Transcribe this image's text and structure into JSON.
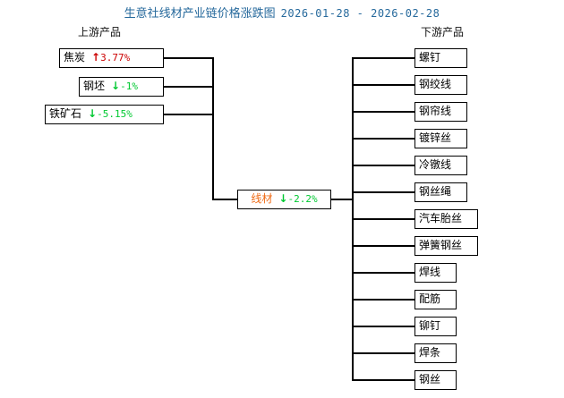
{
  "title": {
    "text": "生意社线材产业链价格涨跌图",
    "date_range": "2026-01-28 - 2026-02-28",
    "color": "#26699c"
  },
  "headers": {
    "upstream": "上游产品",
    "downstream": "下游产品"
  },
  "colors": {
    "up": "#cc0000",
    "down": "#00c931",
    "center_name": "#ef6c17",
    "box_border": "#000000",
    "title": "#26699c"
  },
  "icons": {
    "arrow_up": "↑",
    "arrow_down": "↓"
  },
  "upstream": [
    {
      "name": "焦炭",
      "arrow": "↑",
      "pct": "3.77%",
      "direction": "up",
      "value": 3.77
    },
    {
      "name": "钢坯",
      "arrow": "↓",
      "pct": "-1%",
      "direction": "down",
      "value": -1
    },
    {
      "name": "铁矿石",
      "arrow": "↓",
      "pct": "-5.15%",
      "direction": "down",
      "value": -5.15
    }
  ],
  "center": {
    "name": "线材",
    "arrow": "↓",
    "pct": "-2.2%",
    "direction": "down",
    "value": -2.2
  },
  "downstream": [
    {
      "name": "螺钉"
    },
    {
      "name": "钢绞线"
    },
    {
      "name": "钢帘线"
    },
    {
      "name": "镀锌丝"
    },
    {
      "name": "冷镦线"
    },
    {
      "name": "钢丝绳"
    },
    {
      "name": "汽车胎丝"
    },
    {
      "name": "弹簧钢丝"
    },
    {
      "name": "焊线"
    },
    {
      "name": "配筋"
    },
    {
      "name": "铆钉"
    },
    {
      "name": "焊条"
    },
    {
      "name": "钢丝"
    }
  ],
  "chart_data": {
    "type": "diagram",
    "title": "生意社线材产业链价格涨跌图",
    "subtitle": "2026-01-28 - 2026-02-28",
    "center": {
      "label": "线材",
      "change_pct": -2.2
    },
    "upstream": [
      {
        "label": "焦炭",
        "change_pct": 3.77
      },
      {
        "label": "钢坯",
        "change_pct": -1
      },
      {
        "label": "铁矿石",
        "change_pct": -5.15
      }
    ],
    "downstream": [
      {
        "label": "螺钉"
      },
      {
        "label": "钢绞线"
      },
      {
        "label": "钢帘线"
      },
      {
        "label": "镀锌丝"
      },
      {
        "label": "冷镦线"
      },
      {
        "label": "钢丝绳"
      },
      {
        "label": "汽车胎丝"
      },
      {
        "label": "弹簧钢丝"
      },
      {
        "label": "焊线"
      },
      {
        "label": "配筋"
      },
      {
        "label": "铆钉"
      },
      {
        "label": "焊条"
      },
      {
        "label": "钢丝"
      }
    ]
  }
}
